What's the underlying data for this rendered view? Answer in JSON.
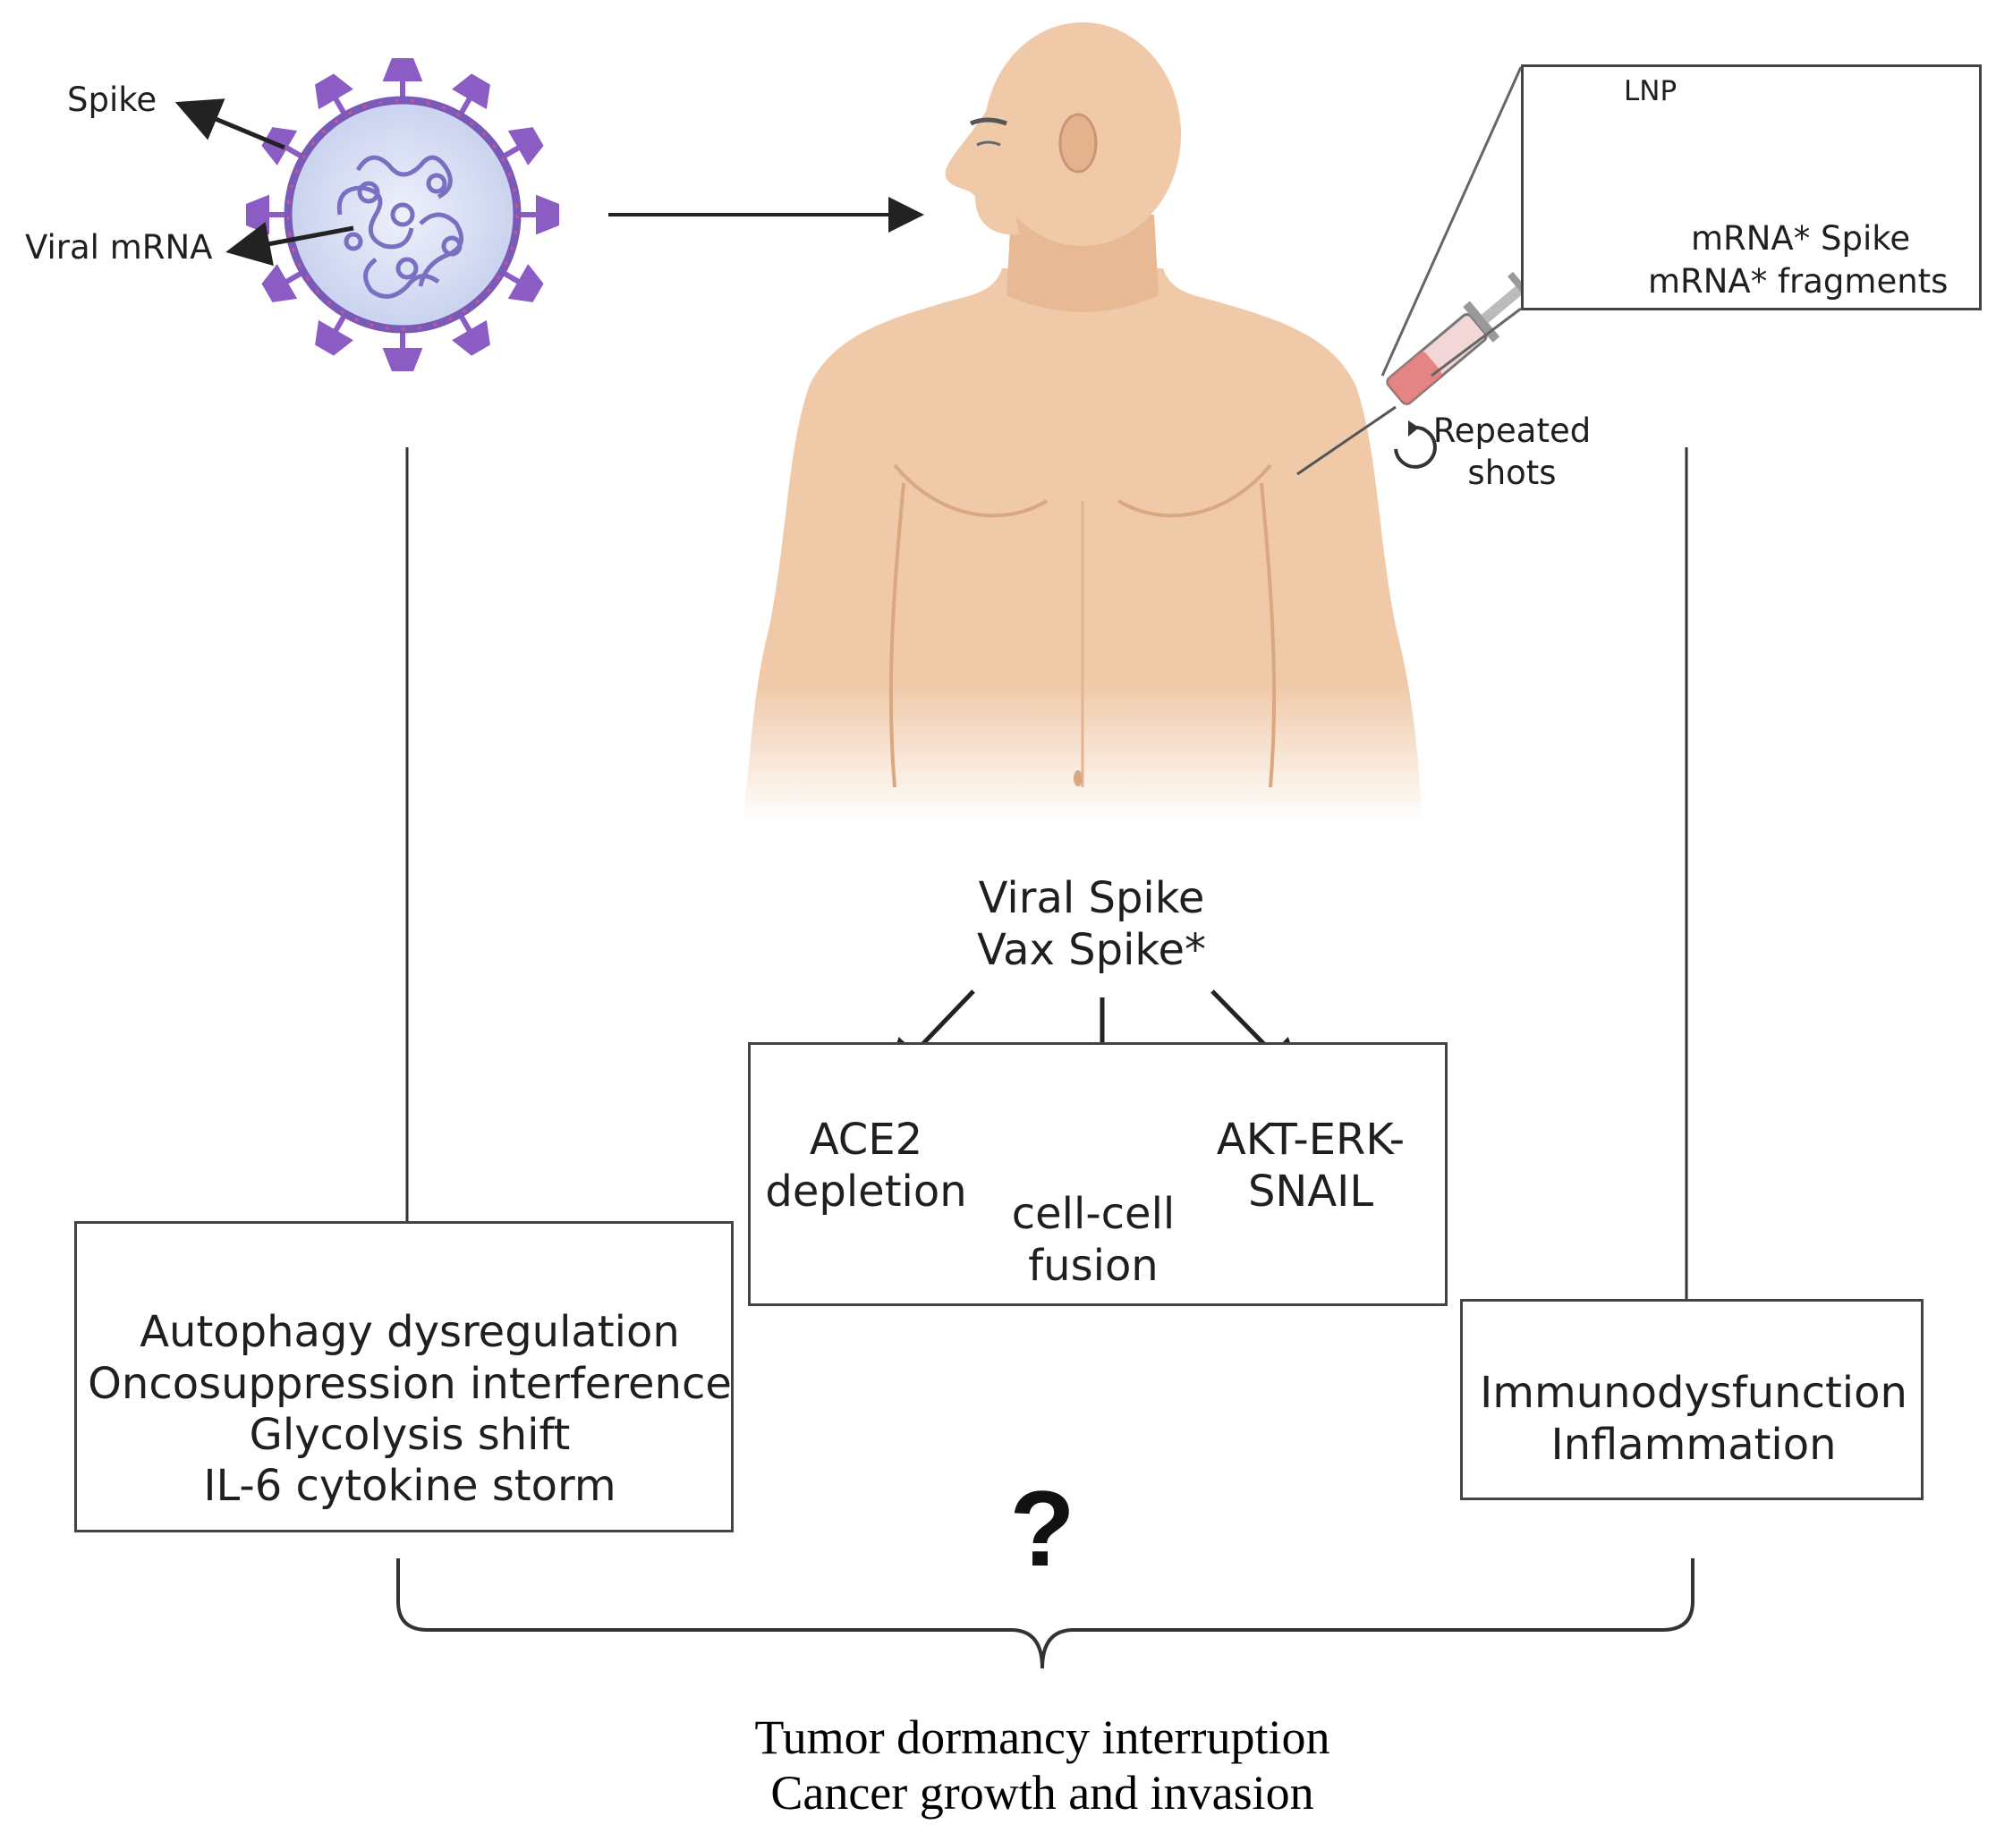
{
  "virus": {
    "spike_label": "Spike",
    "mrna_label": "Viral mRNA"
  },
  "vaccine": {
    "lnp_label": "LNP",
    "contents_line1": "mRNA* Spike",
    "contents_line2": "mRNA* fragments",
    "repeated_line1": "Repeated",
    "repeated_line2": "shots"
  },
  "spike": {
    "line1": "Viral Spike",
    "line2": "Vax Spike*"
  },
  "effects": {
    "ace2_line1": "ACE2",
    "ace2_line2": "depletion",
    "fusion_line1": "cell-cell",
    "fusion_line2": "fusion",
    "akt_line1": "AKT-ERK-",
    "akt_line2": "SNAIL"
  },
  "left_box": {
    "line1": "Autophagy dysregulation",
    "line2": "Oncosuppression interference",
    "line3": "Glycolysis shift",
    "line4": "IL-6 cytokine storm"
  },
  "right_box": {
    "line1": "Immunodysfunction",
    "line2": "Inflammation"
  },
  "question_mark": "?",
  "outcome": {
    "line1": "Tumor dormancy interruption",
    "line2": "Cancer growth and invasion"
  },
  "colors": {
    "skin": "#f0c9a8",
    "skin_shadow": "#d9a882",
    "virus_purple": "#8a5cc4",
    "virus_fill": "#dde3f5",
    "lnp_gold": "#f2b84b",
    "line": "#222222"
  }
}
